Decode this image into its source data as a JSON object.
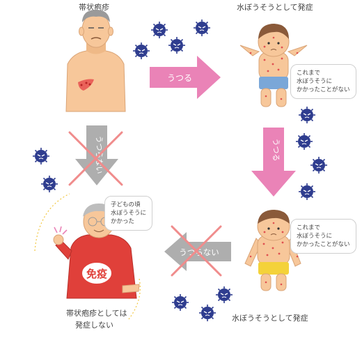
{
  "labels": {
    "top_left": "帯状疱疹",
    "top_right": "水ぼうそうとして発症",
    "bottom_left_line1": "帯状疱疹としては",
    "bottom_left_line2": "発症しない",
    "bottom_right": "水ぼうそうとして発症"
  },
  "arrows": {
    "top": "うつる",
    "right": "うつる",
    "left_crossed": "うつらない",
    "bottom_crossed": "うつらない"
  },
  "bubbles": {
    "child_top": [
      "これまで",
      "水ぼうそうに",
      "かかったことがない"
    ],
    "child_bottom": [
      "これまで",
      "水ぼうそうに",
      "かかったことがない"
    ],
    "elder": [
      "子どもの頃",
      "水ぼうそうに",
      "かかった"
    ]
  },
  "badge": {
    "text": "免疫"
  },
  "colors": {
    "pink_arrow": "#ea83b7",
    "gray_arrow": "#aeaeae",
    "cross": "#f08c8c",
    "virus": "#2f3d8f",
    "skin": "#f7c79a",
    "rash": "#e05050",
    "sweater": "#e0403a",
    "blue_shorts": "#7aa7d8",
    "yellow_shorts": "#f4d23a"
  }
}
